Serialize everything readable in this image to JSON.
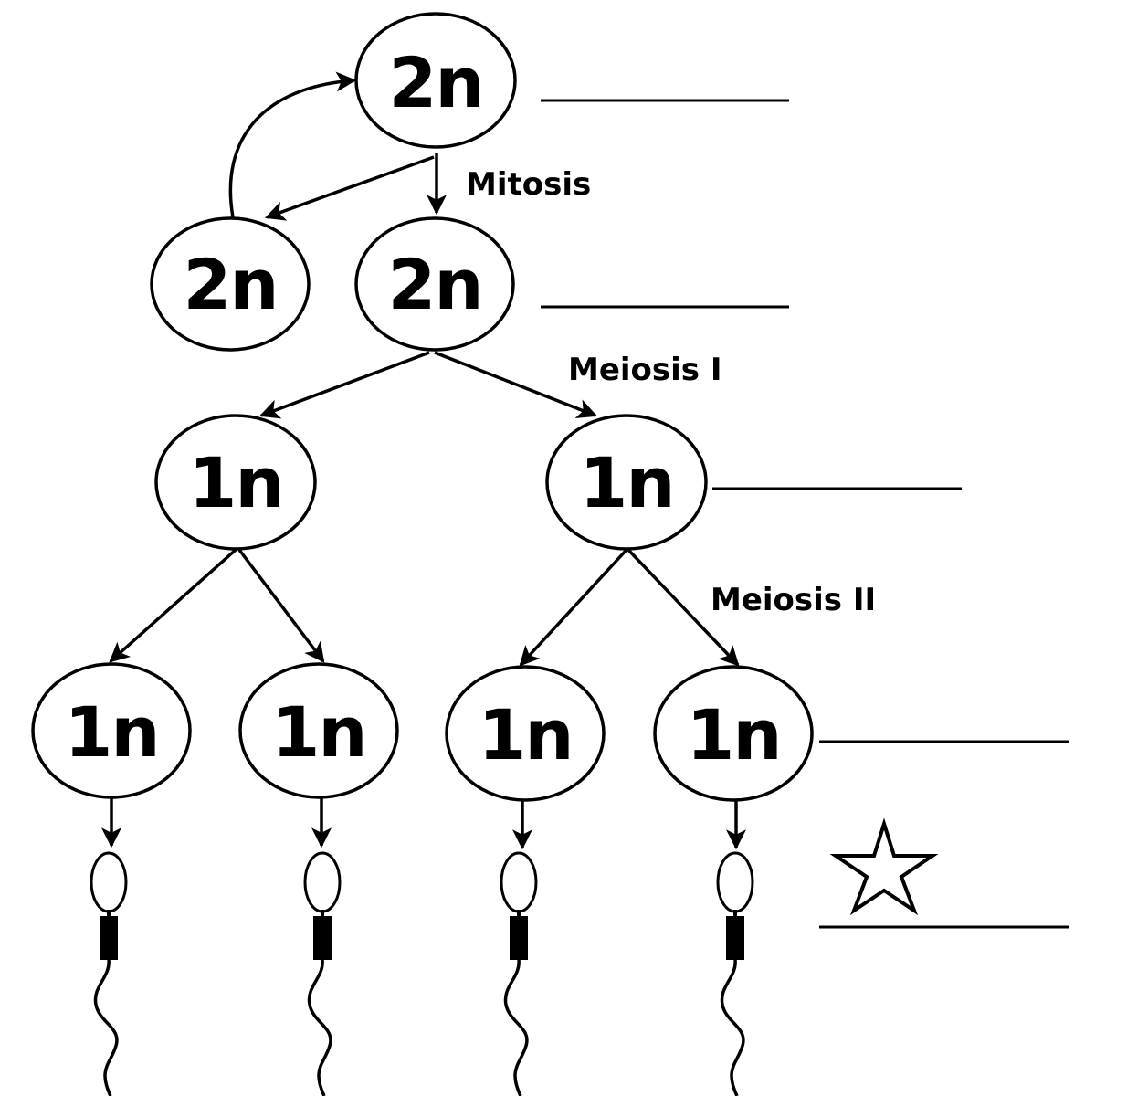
{
  "cells": {
    "stem": "2n",
    "renewed": "2n",
    "primary": "2n",
    "secondary_left": "1n",
    "secondary_right": "1n",
    "spermatid_1": "1n",
    "spermatid_2": "1n",
    "spermatid_3": "1n",
    "spermatid_4": "1n"
  },
  "stages": {
    "mitosis": "Mitosis",
    "meiosis_1": "Meiosis I",
    "meiosis_2": "Meiosis II"
  },
  "colors": {
    "ink": "#000000",
    "background": "#ffffff"
  },
  "icons": [
    "star-icon",
    "sperm-icon"
  ]
}
